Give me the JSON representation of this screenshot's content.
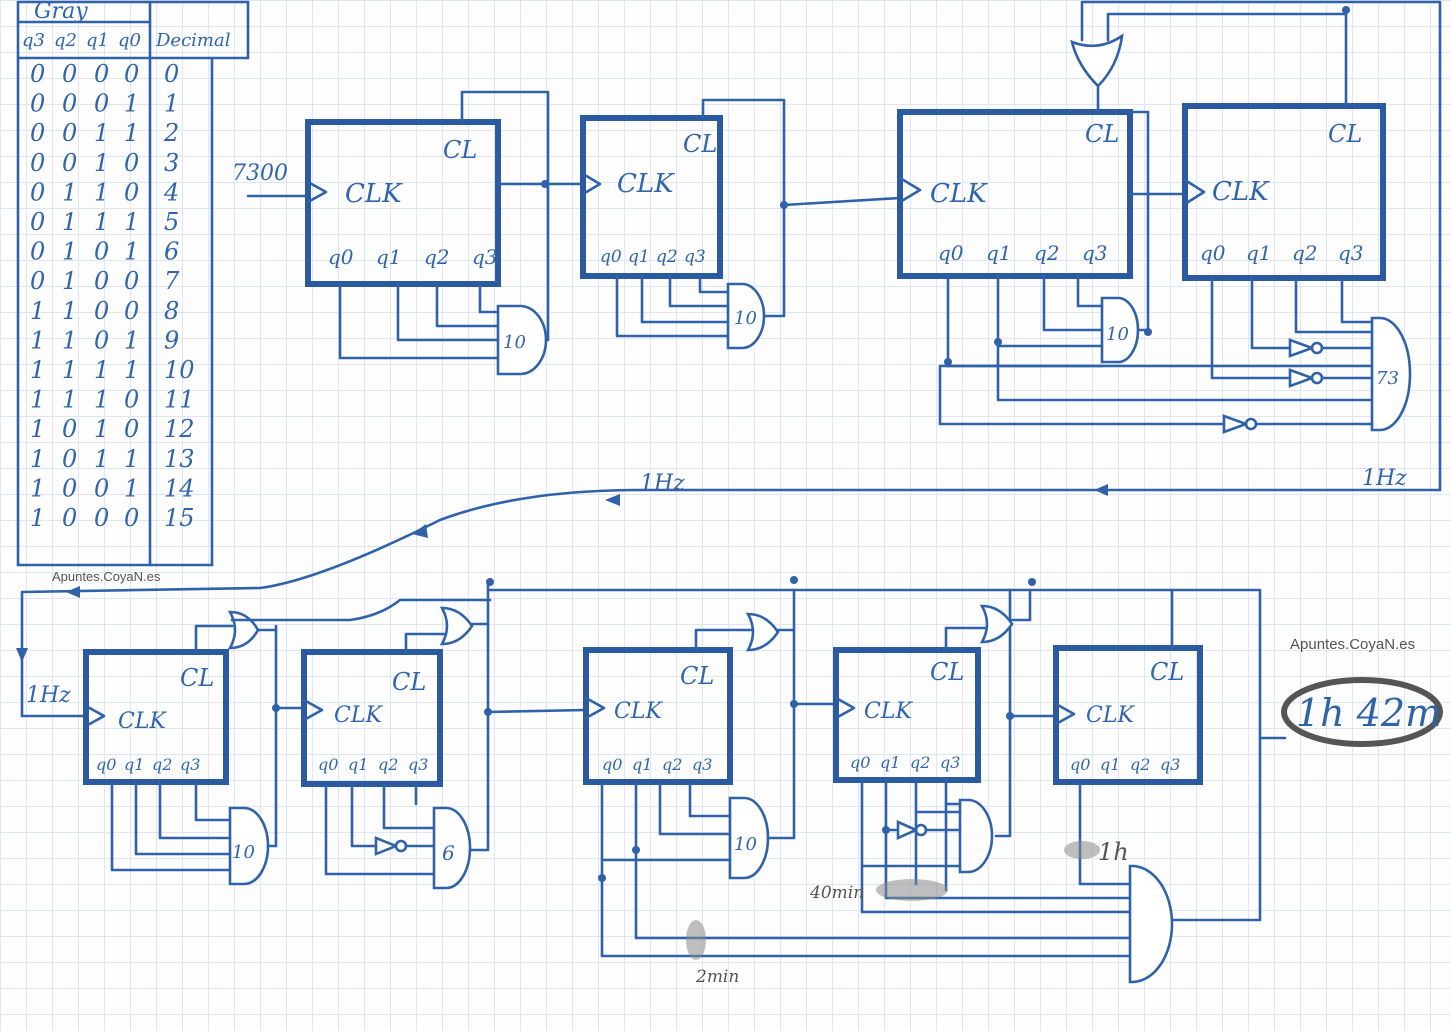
{
  "gray_table": {
    "title": "Gray",
    "headers": [
      "q3",
      "q2",
      "q1",
      "q0",
      "Decimal"
    ],
    "rows": [
      [
        "0",
        "0",
        "0",
        "0",
        "0"
      ],
      [
        "0",
        "0",
        "0",
        "1",
        "1"
      ],
      [
        "0",
        "0",
        "1",
        "1",
        "2"
      ],
      [
        "0",
        "0",
        "1",
        "0",
        "3"
      ],
      [
        "0",
        "1",
        "1",
        "0",
        "4"
      ],
      [
        "0",
        "1",
        "1",
        "1",
        "5"
      ],
      [
        "0",
        "1",
        "0",
        "1",
        "6"
      ],
      [
        "0",
        "1",
        "0",
        "0",
        "7"
      ],
      [
        "1",
        "1",
        "0",
        "0",
        "8"
      ],
      [
        "1",
        "1",
        "0",
        "1",
        "9"
      ],
      [
        "1",
        "1",
        "1",
        "1",
        "10"
      ],
      [
        "1",
        "1",
        "1",
        "0",
        "11"
      ],
      [
        "1",
        "0",
        "1",
        "0",
        "12"
      ],
      [
        "1",
        "0",
        "1",
        "1",
        "13"
      ],
      [
        "1",
        "0",
        "0",
        "1",
        "14"
      ],
      [
        "1",
        "0",
        "0",
        "0",
        "15"
      ]
    ]
  },
  "watermark_left": "Apuntes.CoyaN.es",
  "watermark_right": "Apuntes.CoyaN.es",
  "counter_labels": {
    "clk": "CLK",
    "cl": "CL",
    "q0": "q0",
    "q1": "q1",
    "q2": "q2",
    "q3": "q3"
  },
  "top_input_freq": "7300",
  "top_gates": [
    "10",
    "10",
    "10",
    "73"
  ],
  "freq_top_right": "1Hz",
  "freq_mid": "1Hz",
  "freq_bottom_left": "1Hz",
  "bottom_gates": [
    "10",
    "6",
    "10"
  ],
  "marks": {
    "h1": "1h",
    "min40": "40min",
    "min2": "2min"
  },
  "result": "1h 42m"
}
